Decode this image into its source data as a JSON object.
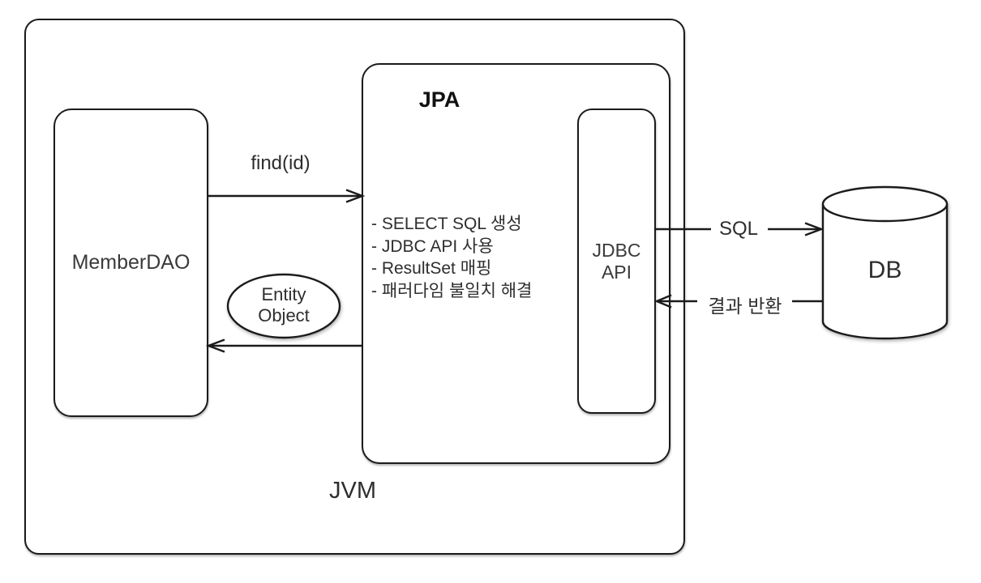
{
  "diagram": {
    "jvm_label": "JVM",
    "member_dao": {
      "label": "MemberDAO"
    },
    "jpa": {
      "title": "JPA",
      "items": [
        "- SELECT SQL 생성",
        "- JDBC API 사용",
        "- ResultSet 매핑",
        "- 패러다임 불일치 해결"
      ],
      "jdbc_api": {
        "line1": "JDBC",
        "line2": "API"
      }
    },
    "db": {
      "label": "DB"
    },
    "arrows": {
      "find": {
        "label": "find(id)"
      },
      "entity_return": {
        "line1": "Entity",
        "line2": "Object"
      },
      "sql": {
        "label": "SQL"
      },
      "result_return": {
        "label": "결과 반환"
      }
    },
    "colors": {
      "stroke": "#1b1b1b",
      "background": "#ffffff",
      "text": "#2e2e2e"
    }
  }
}
